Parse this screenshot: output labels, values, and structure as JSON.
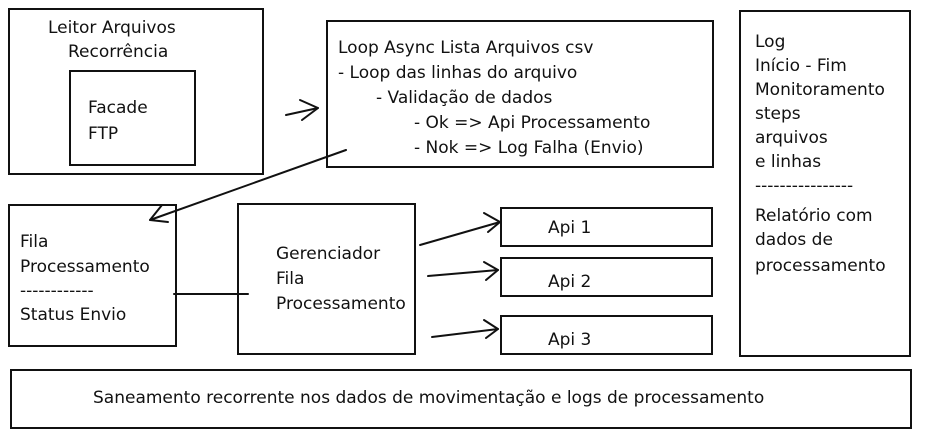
{
  "reader": {
    "title_line1": "Leitor Arquivos",
    "title_line2": "Recorrência",
    "inner_line1": "Facade",
    "inner_line2": "FTP"
  },
  "loop": {
    "line1": "Loop Async Lista Arquivos csv",
    "line2": "- Loop das linhas do arquivo",
    "line3": "- Validação de dados",
    "line4": "- Ok => Api Processamento",
    "line5": "- Nok => Log Falha (Envio)"
  },
  "log": {
    "line1": "Log",
    "line2": "Início - Fim",
    "line3": "Monitoramento",
    "line4": "steps",
    "line5": "arquivos",
    "line6": "e linhas",
    "divider": "----------------",
    "line7": "Relatório com",
    "line8": "dados de",
    "line9": "processamento"
  },
  "queue": {
    "line1": "Fila",
    "line2": "Processamento",
    "divider": "------------",
    "line3": "Status Envio"
  },
  "manager": {
    "line1": "Gerenciador",
    "line2": "Fila",
    "line3": "Processamento"
  },
  "apis": {
    "api1": "Api 1",
    "api2": "Api 2",
    "api3": "Api 3"
  },
  "footer": {
    "text": "Saneamento recorrente nos dados de movimentação e logs de processamento"
  }
}
